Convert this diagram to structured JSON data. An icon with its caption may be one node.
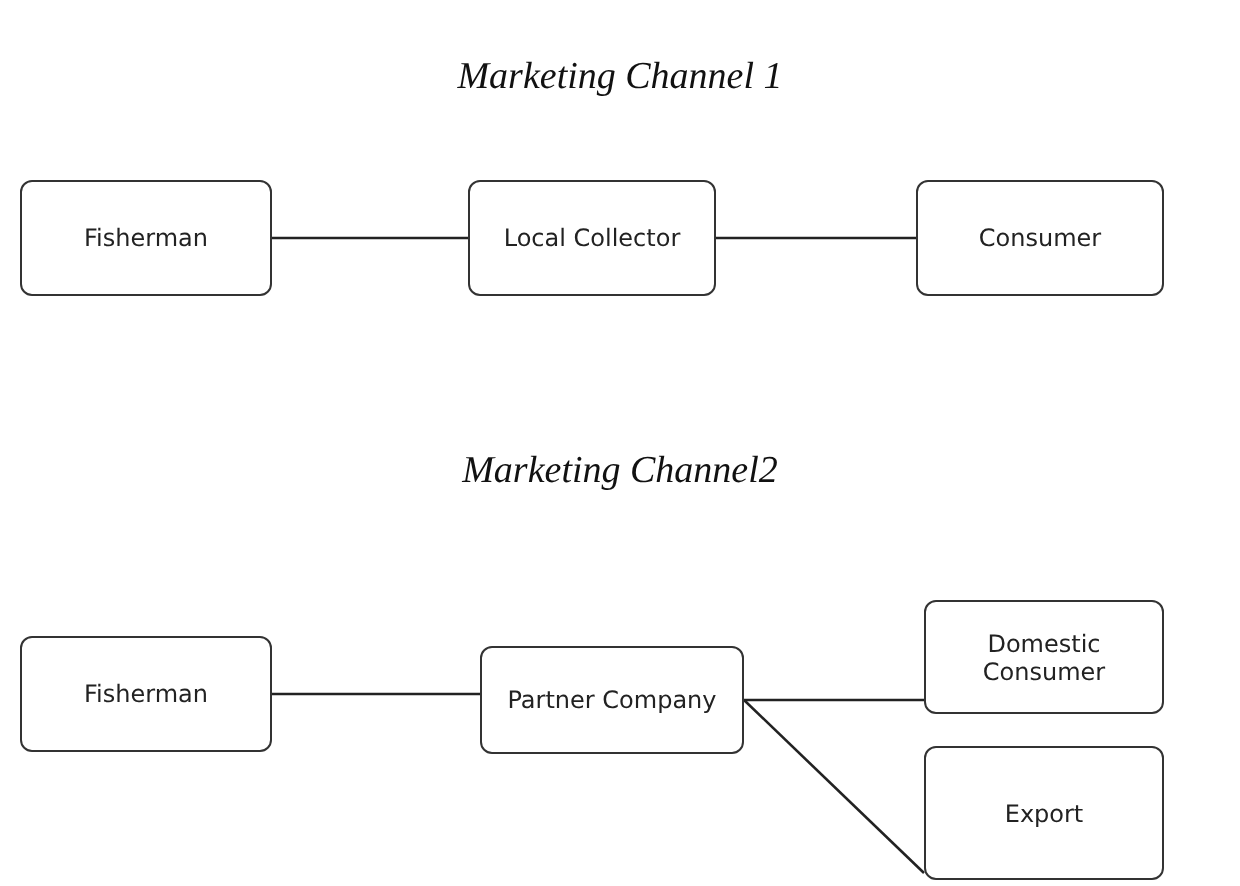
{
  "diagram": {
    "nodes": [
      {
        "text": [
          "Fisherman"
        ]
      },
      {
        "text": [
          "Local Collector"
        ]
      },
      {
        "text": [
          "Consumer"
        ]
      },
      {
        "text": [
          "Fisherman"
        ]
      },
      {
        "text": [
          "Partner Company"
        ]
      },
      {
        "text": [
          "Domestic Consumer"
        ]
      },
      {
        "text": [
          "Export"
        ]
      }
    ],
    "edges": [
      {
        "from": 0,
        "to": 1,
        "arrow": "none"
      },
      {
        "from": 1,
        "to": 2,
        "arrow": "none"
      },
      {
        "from": 3,
        "to": 4,
        "arrow": "none"
      },
      {
        "from": 4,
        "to": 5,
        "arrow": "none"
      },
      {
        "from": 4,
        "to": 6,
        "arrow": "none"
      }
    ],
    "labels": [
      "Marketing Channel 1",
      "Marketing Channel2"
    ]
  }
}
